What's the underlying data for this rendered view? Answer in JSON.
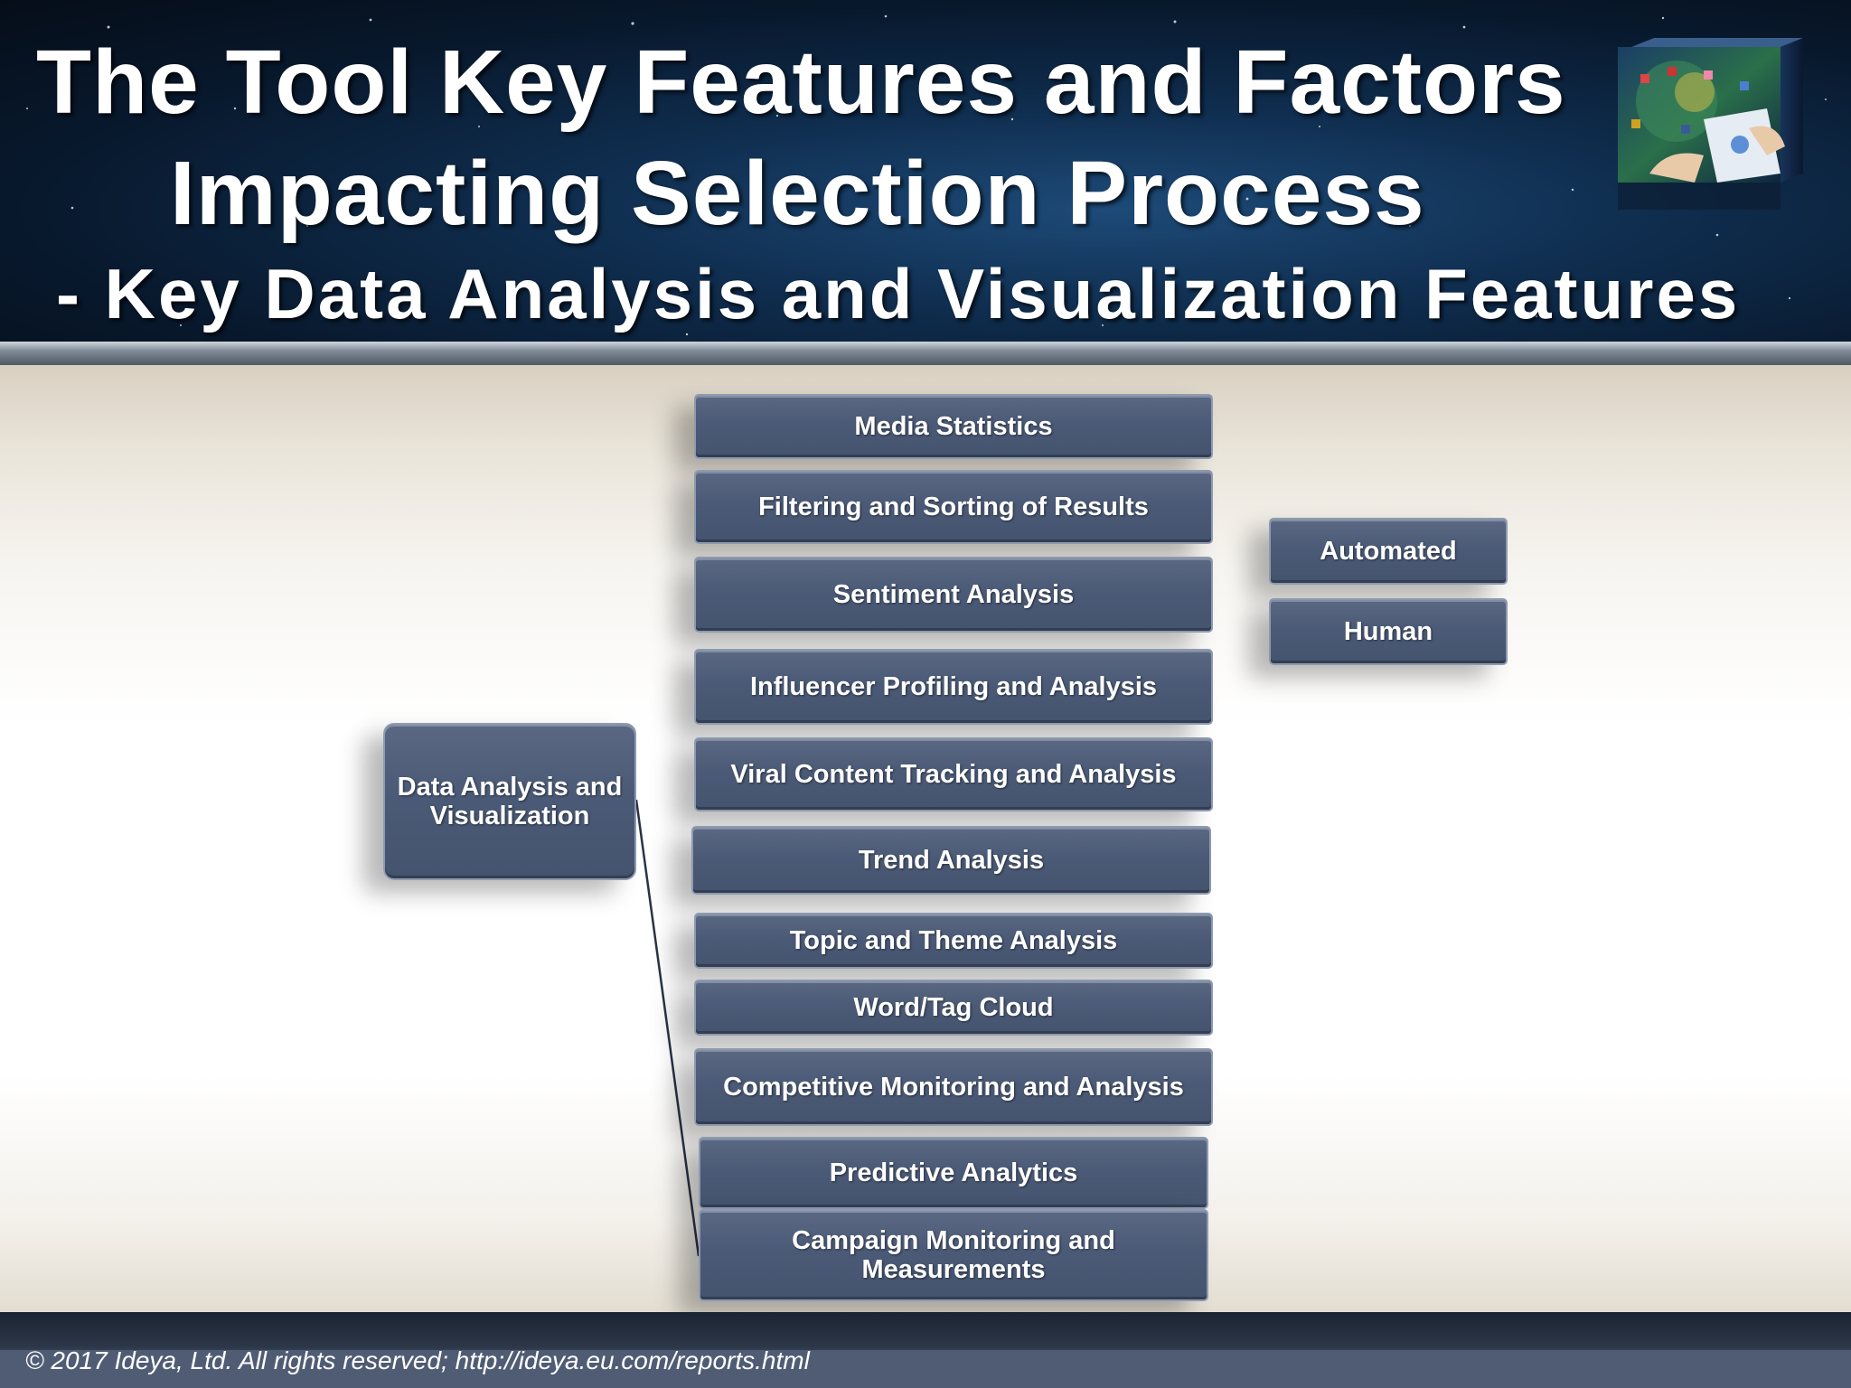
{
  "title": {
    "line1": "The Tool Key Features and Factors",
    "line2": "Impacting Selection Process",
    "line3": "- Key Data Analysis and Visualization Features"
  },
  "diagram": {
    "root": "Data Analysis and Visualization",
    "features": [
      "Media Statistics",
      "Filtering and Sorting of Results",
      "Sentiment Analysis",
      "Influencer Profiling and Analysis",
      "Viral Content Tracking and Analysis",
      "Trend Analysis",
      "Topic and Theme Analysis",
      "Word/Tag Cloud",
      "Competitive Monitoring and Analysis",
      "Predictive Analytics",
      "Campaign Monitoring and Measurements"
    ],
    "sentiment_types": [
      "Automated",
      "Human"
    ]
  },
  "footer": {
    "copyright": "© 2017 Ideya, Ltd. All rights reserved;  http://ideya.eu.com/reports.html"
  }
}
